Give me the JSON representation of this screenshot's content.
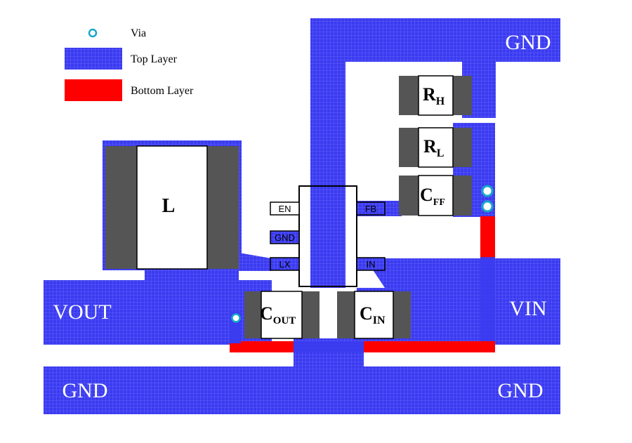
{
  "legend": {
    "via": "Via",
    "top_layer": "Top Layer",
    "bottom_layer": "Bottom Layer"
  },
  "nets": {
    "gnd_top_right": "GND",
    "gnd_bottom_left": "GND",
    "gnd_bottom_right": "GND",
    "vout": "VOUT",
    "vin": "VIN"
  },
  "components": {
    "inductor": "L",
    "rh": {
      "base": "R",
      "sub": "H"
    },
    "rl": {
      "base": "R",
      "sub": "L"
    },
    "cff": {
      "base": "C",
      "sub": "FF"
    },
    "cout": {
      "base": "C",
      "sub": "OUT"
    },
    "cin": {
      "base": "C",
      "sub": "IN"
    }
  },
  "ic_pins": {
    "en": "EN",
    "gnd": "GND",
    "lx": "LX",
    "fb": "FB",
    "in": "IN"
  },
  "colors": {
    "top_layer": "#3b3bf0",
    "bottom_layer": "#ff0000",
    "pad": "#555555",
    "via_ring": "#17a8c8"
  }
}
